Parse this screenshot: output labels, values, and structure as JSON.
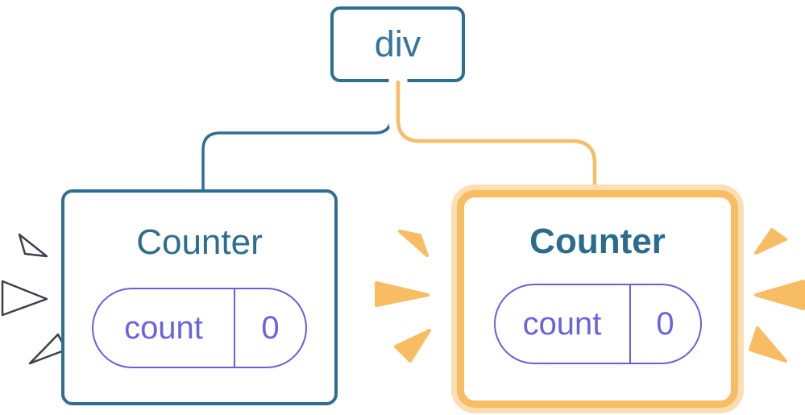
{
  "diagram": {
    "root": {
      "label": "div"
    },
    "counters": [
      {
        "title": "Counter",
        "highlighted": false,
        "state": {
          "name": "count",
          "value": "0"
        }
      },
      {
        "title": "Counter",
        "highlighted": true,
        "state": {
          "name": "count",
          "value": "0"
        }
      }
    ]
  },
  "colors": {
    "blue": "#2E6E93",
    "blue_text": "#35749E",
    "title": "#2D6E8F",
    "title_bold": "#2B6B8C",
    "purple": "#6561D8",
    "purple_text": "#6A63E0",
    "orange": "#F8BC63",
    "orange_halo": "#FBDFB2",
    "spark_dark": "#3A3F4A"
  }
}
